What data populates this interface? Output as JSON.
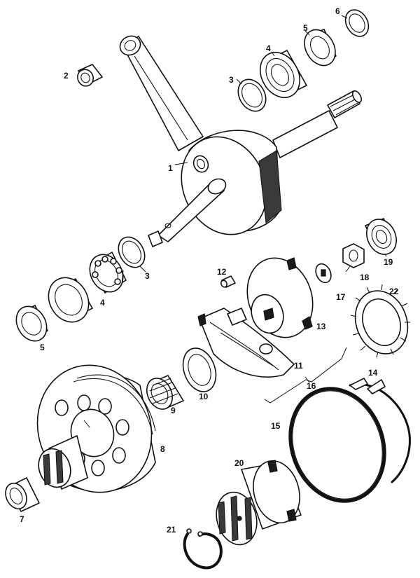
{
  "callouts": {
    "c1": "1",
    "c2": "2",
    "c3a": "3",
    "c3b": "3",
    "c4a": "4",
    "c4b": "4",
    "c5a": "5",
    "c5b": "5",
    "c6": "6",
    "c7": "7",
    "c8": "8",
    "c9": "9",
    "c10": "10",
    "c11": "11",
    "c12": "12",
    "c13": "13",
    "c14": "14",
    "c15": "15",
    "c16": "16",
    "c17": "17",
    "c18": "18",
    "c19": "19",
    "c20": "20",
    "c21": "21",
    "c22": "22"
  },
  "colors": {
    "ink": "#111111",
    "paper": "#ffffff"
  }
}
